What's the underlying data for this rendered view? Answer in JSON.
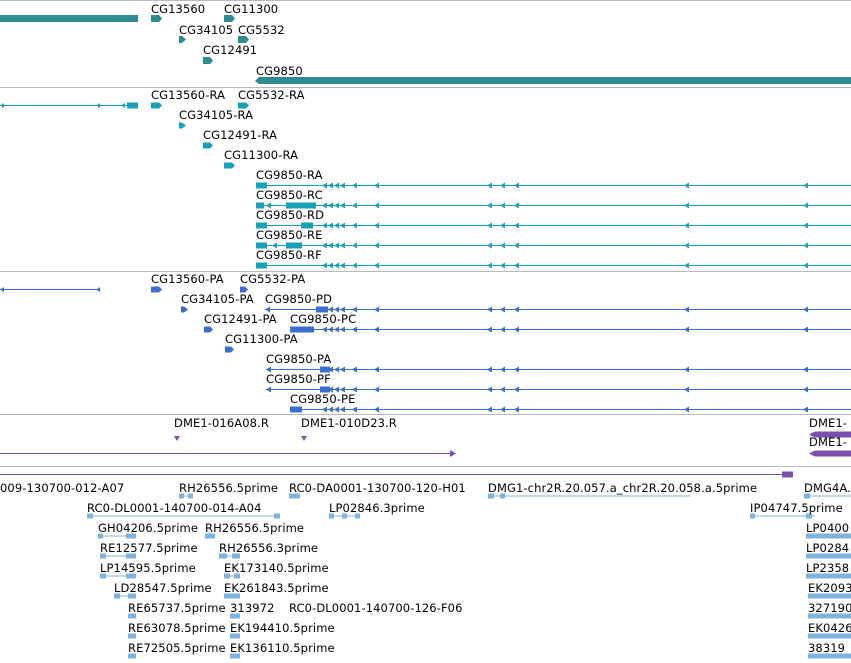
{
  "colors": {
    "gene": "#2e8b92",
    "transcript": "#17a0b8",
    "protein": "#3a6fd0",
    "clone": "#7b4fb0",
    "est": "#7fb3de",
    "separator": "#b9b9b9"
  },
  "genes": {
    "labels": [
      "CG13560",
      "CG11300",
      "CG34105",
      "CG5532",
      "CG12491",
      "CG9850"
    ]
  },
  "transcripts": {
    "labels": [
      "CG13560-RA",
      "CG5532-RA",
      "CG34105-RA",
      "CG12491-RA",
      "CG11300-RA",
      "CG9850-RA",
      "CG9850-RC",
      "CG9850-RD",
      "CG9850-RE",
      "CG9850-RF"
    ]
  },
  "proteins": {
    "labels": [
      "CG13560-PA",
      "CG5532-PA",
      "CG34105-PA",
      "CG9850-PD",
      "CG12491-PA",
      "CG9850-PC",
      "CG11300-PA",
      "CG9850-PA",
      "CG9850-PF",
      "CG9850-PE"
    ]
  },
  "clones": {
    "labels": [
      "DME1-016A08.R",
      "DME1-010D23.R",
      "DME1-",
      "DME1-"
    ]
  },
  "ests": {
    "labels": [
      "009-130700-012-A07",
      "RH26556.5prime",
      "RC0-DA0001-130700-120-H01",
      "DMG1-chr2R.20.057.a_chr2R.20.058.a.5prime",
      "DMG4A.",
      "RC0-DL0001-140700-014-A04",
      "LP02846.3prime",
      "IP04747.5prime",
      "GH04206.5prime",
      "RH26556.5prime",
      "LP0400",
      "RE12577.5prime",
      "RH26556.3prime",
      "LP0284",
      "LP14595.5prime",
      "EK173140.5prime",
      "LP2358",
      "LD28547.5prime",
      "EK261843.5prime",
      "EK2093",
      "RE65737.5prime",
      "313972",
      "RC0-DL0001-140700-126-F06",
      "327190",
      "RE63078.5prime",
      "EK194410.5prime",
      "EK0426",
      "RE72505.5prime",
      "EK136110.5prime",
      "38319"
    ]
  }
}
